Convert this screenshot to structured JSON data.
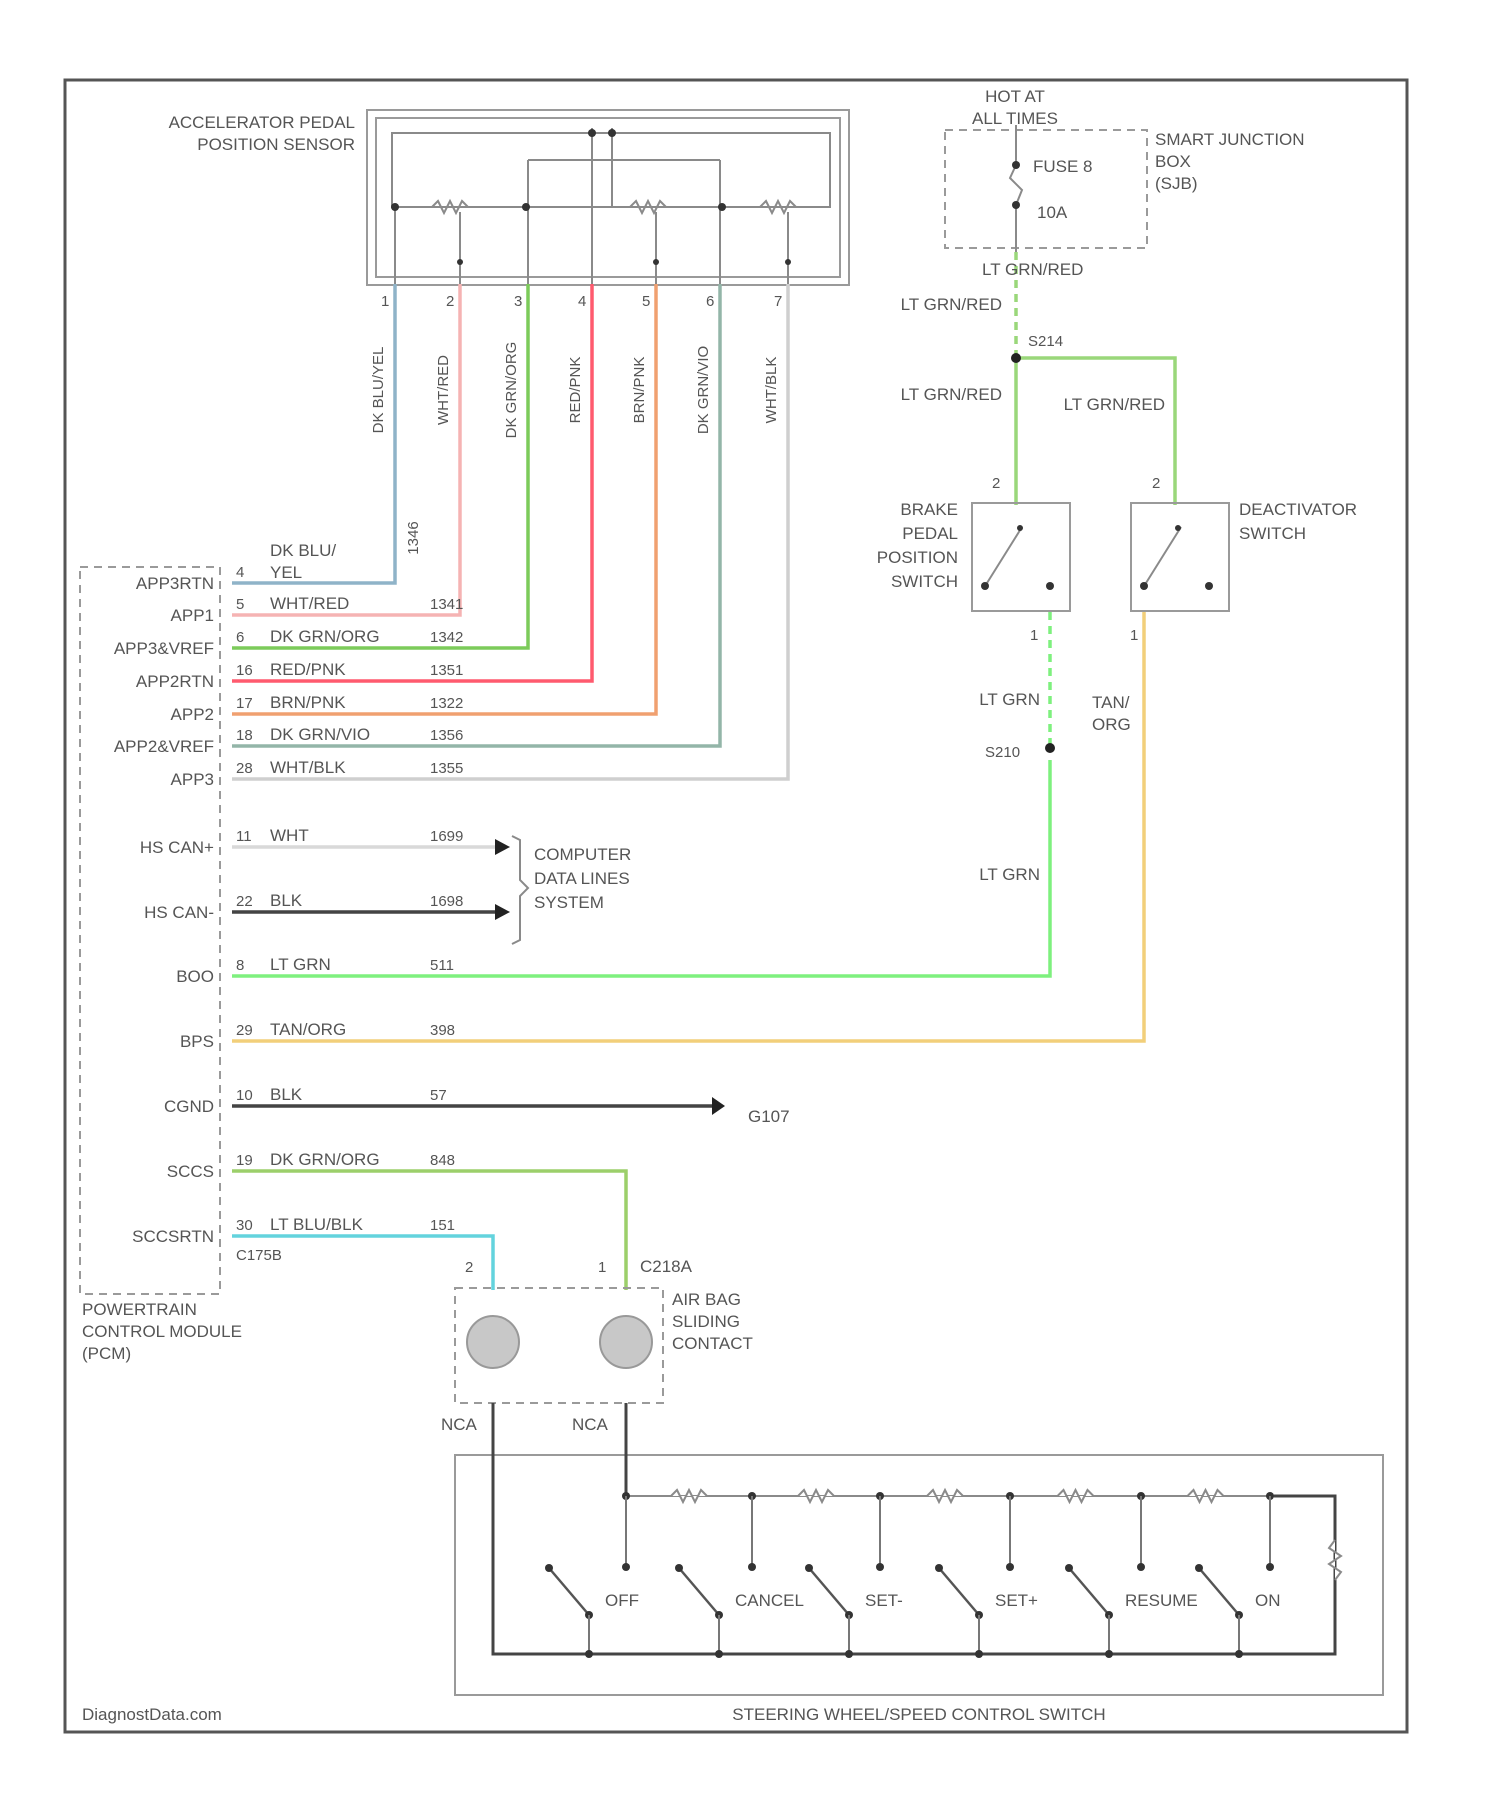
{
  "footer": {
    "source": "DiagnostData.com"
  },
  "components": {
    "apps": "ACCELERATOR PEDAL\nPOSITION SENSOR",
    "sjb_hot": "HOT AT\nALL TIMES",
    "sjb": "SMART JUNCTION\nBOX\n(SJB)",
    "fuse_name": "FUSE 8",
    "fuse_rating": "10A",
    "bpp": "BRAKE\nPEDAL\nPOSITION\nSWITCH",
    "deact": "DEACTIVATOR\nSWITCH",
    "pcm": "POWERTRAIN\nCONTROL MODULE\n(PCM)",
    "data_lines": "COMPUTER\nDATA LINES\nSYSTEM",
    "clockspring": "AIR BAG\nSLIDING\nCONTACT",
    "steering": "STEERING WHEEL/SPEED CONTROL SWITCH"
  },
  "apps_wires": [
    {
      "pin": "1",
      "label": "DK BLU/YEL",
      "color": "#8fb3c8"
    },
    {
      "pin": "2",
      "label": "WHT/RED",
      "color": "#f5b3b3"
    },
    {
      "pin": "3",
      "label": "DK GRN/ORG",
      "color": "#7ccb5a"
    },
    {
      "pin": "4",
      "label": "RED/PNK",
      "color": "#ff5a6e"
    },
    {
      "pin": "5",
      "label": "BRN/PNK",
      "color": "#f0a070"
    },
    {
      "pin": "6",
      "label": "DK GRN/VIO",
      "color": "#93b5a8"
    },
    {
      "pin": "7",
      "label": "WHT/BLK",
      "color": "#cfcfcf"
    }
  ],
  "apps_extra": {
    "circuit_label": "1346"
  },
  "pcm_pins": [
    {
      "name": "APP3RTN",
      "pin": "4",
      "wire": "DK BLU/\nYEL",
      "circuit": ""
    },
    {
      "name": "APP1",
      "pin": "5",
      "wire": "WHT/RED",
      "circuit": "1341"
    },
    {
      "name": "APP3&VREF",
      "pin": "6",
      "wire": "DK GRN/ORG",
      "circuit": "1342"
    },
    {
      "name": "APP2RTN",
      "pin": "16",
      "wire": "RED/PNK",
      "circuit": "1351"
    },
    {
      "name": "APP2",
      "pin": "17",
      "wire": "BRN/PNK",
      "circuit": "1322"
    },
    {
      "name": "APP2&VREF",
      "pin": "18",
      "wire": "DK GRN/VIO",
      "circuit": "1356"
    },
    {
      "name": "APP3",
      "pin": "28",
      "wire": "WHT/BLK",
      "circuit": "1355"
    },
    {
      "name": "HS CAN+",
      "pin": "11",
      "wire": "WHT",
      "circuit": "1699"
    },
    {
      "name": "HS CAN-",
      "pin": "22",
      "wire": "BLK",
      "circuit": "1698"
    },
    {
      "name": "BOO",
      "pin": "8",
      "wire": "LT GRN",
      "circuit": "511"
    },
    {
      "name": "BPS",
      "pin": "29",
      "wire": "TAN/ORG",
      "circuit": "398"
    },
    {
      "name": "CGND",
      "pin": "10",
      "wire": "BLK",
      "circuit": "57"
    },
    {
      "name": "SCCS",
      "pin": "19",
      "wire": "DK GRN/ORG",
      "circuit": "848"
    },
    {
      "name": "SCCSRTN",
      "pin": "30",
      "wire": "LT BLU/BLK",
      "circuit": "151"
    }
  ],
  "connectors": {
    "pcm": "C175B",
    "clockspring": "C218A",
    "ground": "G107"
  },
  "splices": {
    "s214": "S214",
    "s210": "S210"
  },
  "power_wire": "LT GRN/RED",
  "brake_pins": {
    "in": "2",
    "out": "1"
  },
  "brake_out_wire": "LT GRN",
  "deact_pins": {
    "in": "2",
    "out": "1"
  },
  "deact_out_wire": "TAN/\nORG",
  "clockspring_pins": [
    "2",
    "1"
  ],
  "clockspring_wires": [
    "NCA",
    "NCA"
  ],
  "switch_labels": [
    "OFF",
    "CANCEL",
    "SET-",
    "SET+",
    "RESUME",
    "ON"
  ],
  "colors": {
    "lt_grn": "#7ef07e",
    "lt_grn_dashed": "#7ef07e",
    "tan_org": "#f2cf7a",
    "wht": "#d9d9d9",
    "blk": "#444444",
    "dk_grn_org": "#9ccf6a",
    "lt_blu_blk": "#63d3dd",
    "lt_grn_red": "#9ad77a"
  }
}
